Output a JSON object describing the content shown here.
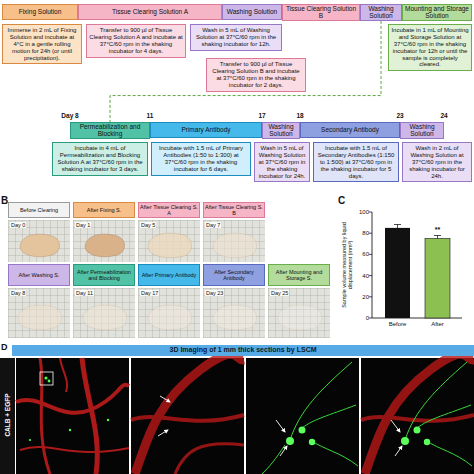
{
  "diagram": {
    "nodes": [
      {
        "text": [
          "Fixing Solution"
        ]
      },
      {
        "text": [
          "Tissue Clearing Solution A"
        ]
      },
      {
        "text": [
          "Washing Solution"
        ]
      },
      {
        "text": [
          "Tissue Clearing Solution B"
        ]
      },
      {
        "text": [
          "Washing Solution"
        ]
      },
      {
        "text": [
          "Mounting and Storage Solution"
        ]
      },
      {
        "text": [
          "Immerse in 2 mL of Fixing Solution and incubate at 4°C in a gentle rolling motion for 24h (or until precipitation)."
        ]
      },
      {
        "text": [
          "Transfer to 900 µl of Tissue Clearing Solution A and incubate at 37°C/60 rpm in the shaking incubator for 4 days."
        ]
      },
      {
        "text": [
          "Wash in 5 mL of Washing Solution at 37°C/60 rpm in the shaking incubator for 12h."
        ]
      },
      {
        "text": [
          "Transfer to 900 µl of Tissue Clearing Solution B and incubate at 37°C/60 rpm in the shaking incubator for 2 days."
        ]
      },
      {
        "text": [
          "Incubate in 1 mL of Mounting and Storage Solution at 37°C/60 rpm in the shaking incubator for 12h or until the sample is completely cleared."
        ]
      },
      {
        "text": [
          "Permeabilization and Blocking"
        ]
      },
      {
        "text": [
          "Primary Antibody"
        ]
      },
      {
        "text": [
          "Washing Solution"
        ]
      },
      {
        "text": [
          "Secondary Antibody"
        ]
      },
      {
        "text": [
          "Washing Solution"
        ]
      },
      {
        "text": [
          "Incubate in 4 mL of Permeabilization and Blocking Solution A at 37°C/60 rpm in the shaking incubator for 3 days."
        ]
      },
      {
        "text": [
          "Incubate with 1.5 mL of Primary Antibodies (1:50 to 1:300) at 37°C/60 rpm in the shaking incubator for 6 days."
        ]
      },
      {
        "text": [
          "Wash in 5 mL of Washing Solution at 37°C/60 rpm in the shaking incubator for 24h."
        ]
      },
      {
        "text": [
          "Incubate with 1.5 mL of Secondary Antibodies (1:150 to 1:500) at 37°C/60 rpm in the shaking incubator for 5 days."
        ]
      },
      {
        "text": [
          "Wash in 2 mL of Washing Solution at 37°C/60 rpm in the shaking incubator for 24h."
        ]
      },
      {
        "text": [
          "Before Clearing"
        ]
      },
      {
        "text": [
          "After Fixing S."
        ]
      },
      {
        "text": [
          "After Tissue Clearing S. A"
        ]
      },
      {
        "text": [
          "After Tissue Clearing S. B"
        ]
      },
      {
        "text": [
          "After Washing S."
        ]
      },
      {
        "text": [
          "After Permeabilization and Blocking"
        ]
      },
      {
        "text": [
          "After Primary Antibody"
        ]
      },
      {
        "text": [
          "After Secondary Antibody"
        ]
      },
      {
        "text": [
          "After Mounting and Storage S."
        ]
      },
      {
        "text": [
          "3D Imaging of 1 mm thick sections by LSCM"
        ]
      }
    ],
    "edges": [
      {
        "from": 4,
        "to": 11,
        "arrow": "none"
      }
    ],
    "labels": [
      "Day 8",
      "11",
      "17",
      "18",
      "23",
      "24",
      "B",
      "Day 0",
      "Day 1",
      "Day 5",
      "Day 7",
      "Day 8",
      "Day 11",
      "Day 17",
      "Day 23",
      "Day 25",
      "C",
      "Sample volume measured by liquid displacement (mm³)",
      "0",
      "20",
      "40",
      "60",
      "80",
      "100",
      "Before",
      "After",
      "**",
      "D",
      "CALB + EGFP"
    ]
  }
}
